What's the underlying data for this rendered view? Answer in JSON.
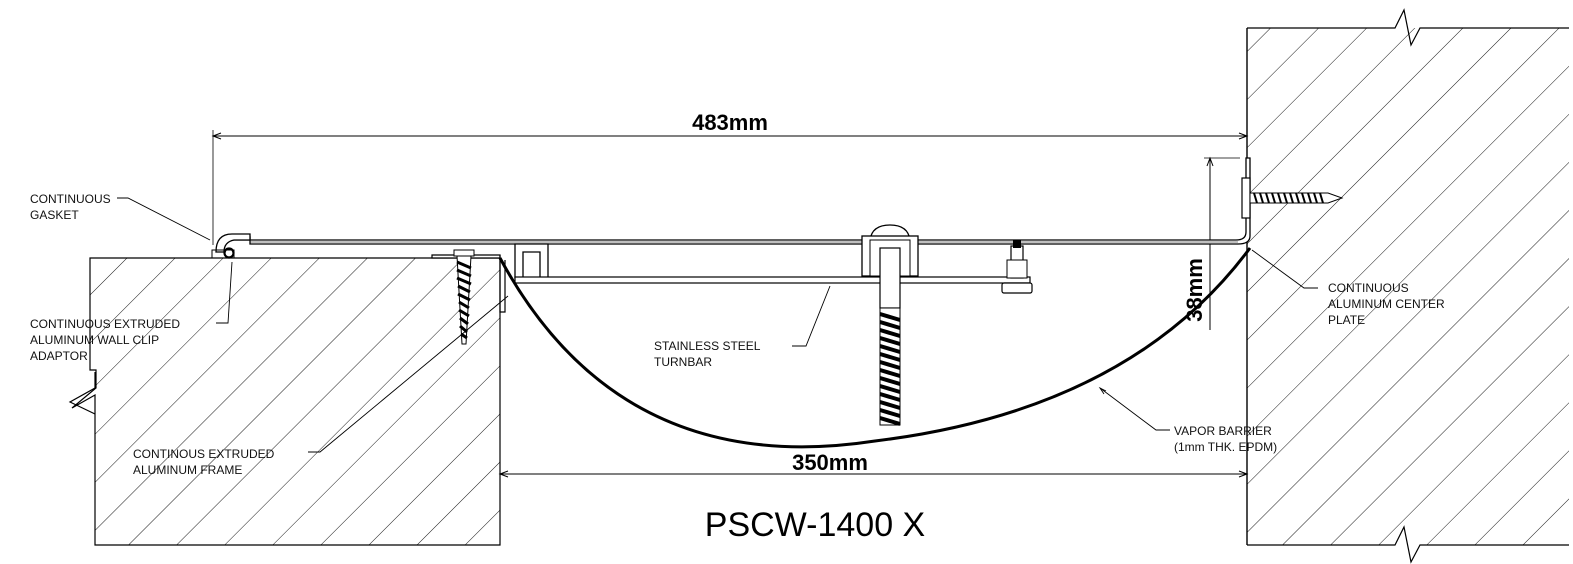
{
  "drawing": {
    "title": "PSCW-1400 X",
    "dimensions": {
      "overall_width": "483mm",
      "opening_width": "350mm",
      "height": "38mm"
    },
    "labels": {
      "gasket": [
        "CONTINUOUS",
        "GASKET"
      ],
      "wall_clip": [
        "CONTINUOUS EXTRUDED",
        "ALUMINUM WALL CLIP",
        "ADAPTOR"
      ],
      "frame": [
        "CONTINOUS EXTRUDED",
        "ALUMINUM FRAME"
      ],
      "turnbar": [
        "STAINLESS STEEL",
        "TURNBAR"
      ],
      "center_plate": [
        "CONTINUOUS",
        "ALUMINUM CENTER",
        "PLATE"
      ],
      "vapor_barrier": [
        "VAPOR BARRIER",
        "(1mm THK. EPDM)"
      ]
    }
  }
}
